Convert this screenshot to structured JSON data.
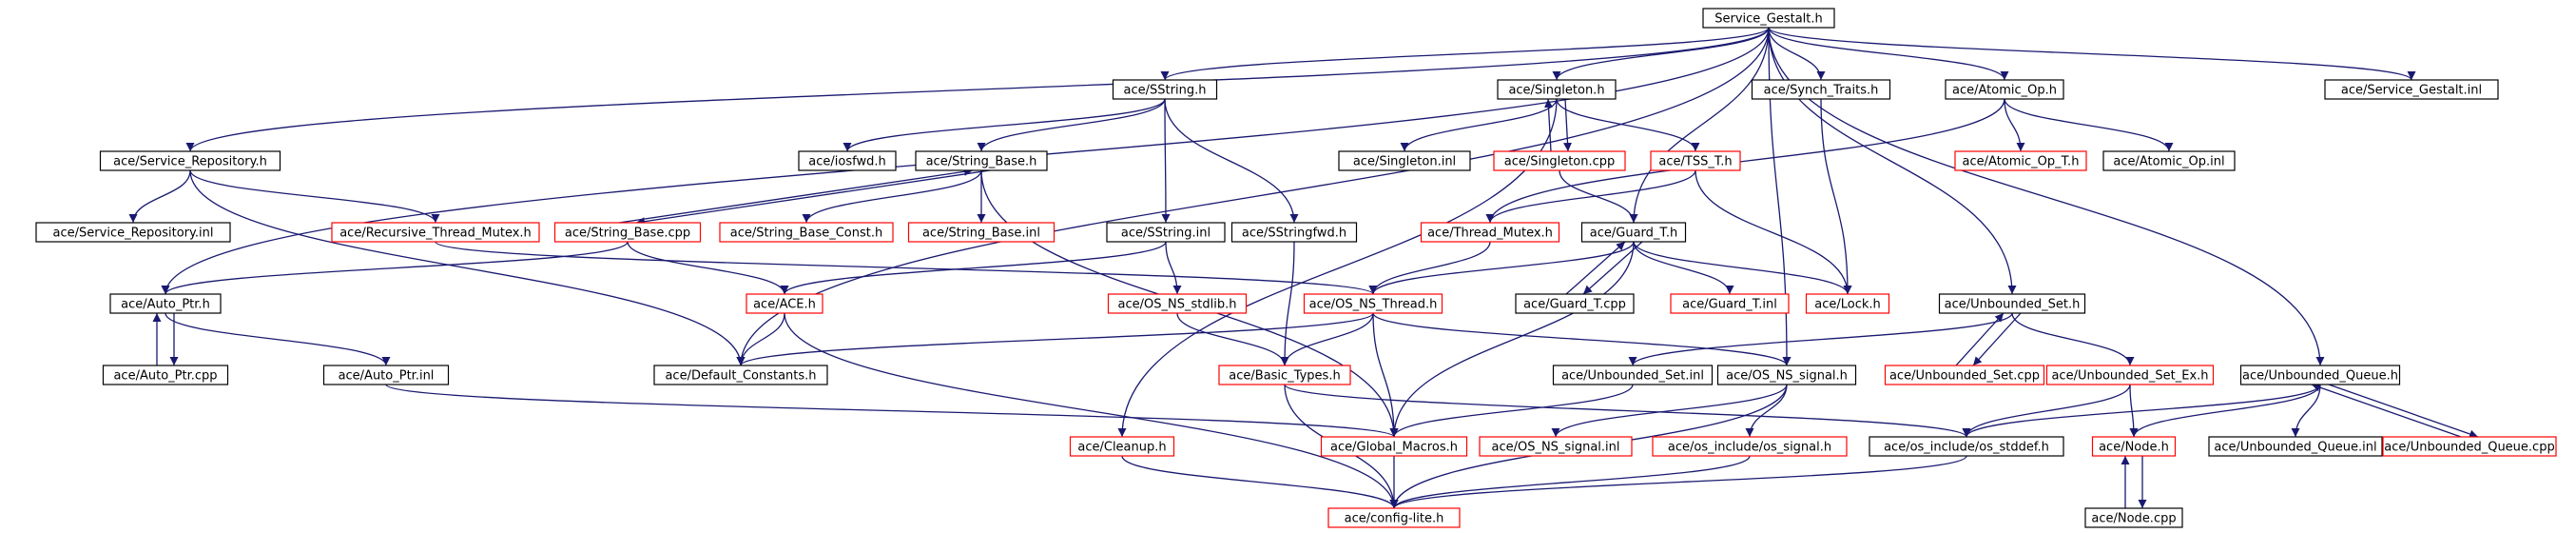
{
  "diagram": {
    "colors": {
      "edge": "#191970",
      "normal_border": "#000000",
      "missing_border": "#ff0000",
      "root_fill": "#bfbfbf",
      "node_fill": "#ffffff"
    },
    "nodes": [
      {
        "id": "service_gestalt_h",
        "label": "Service_Gestalt.h",
        "status": "root"
      },
      {
        "id": "sstring_h",
        "label": "ace/SString.h",
        "status": "normal"
      },
      {
        "id": "singleton_h",
        "label": "ace/Singleton.h",
        "status": "normal"
      },
      {
        "id": "synch_traits_h",
        "label": "ace/Synch_Traits.h",
        "status": "normal"
      },
      {
        "id": "atomic_op_h",
        "label": "ace/Atomic_Op.h",
        "status": "normal"
      },
      {
        "id": "service_gestalt_inl",
        "label": "ace/Service_Gestalt.inl",
        "status": "normal"
      },
      {
        "id": "service_repository_h",
        "label": "ace/Service_Repository.h",
        "status": "normal"
      },
      {
        "id": "iosfwd_h",
        "label": "ace/iosfwd.h",
        "status": "normal"
      },
      {
        "id": "string_base_h",
        "label": "ace/String_Base.h",
        "status": "normal"
      },
      {
        "id": "singleton_inl",
        "label": "ace/Singleton.inl",
        "status": "normal"
      },
      {
        "id": "singleton_cpp",
        "label": "ace/Singleton.cpp",
        "status": "missing"
      },
      {
        "id": "tss_t_h",
        "label": "ace/TSS_T.h",
        "status": "missing"
      },
      {
        "id": "atomic_op_t_h",
        "label": "ace/Atomic_Op_T.h",
        "status": "missing"
      },
      {
        "id": "atomic_op_inl",
        "label": "ace/Atomic_Op.inl",
        "status": "normal"
      },
      {
        "id": "service_repository_inl",
        "label": "ace/Service_Repository.inl",
        "status": "normal"
      },
      {
        "id": "recursive_thread_mutex_h",
        "label": "ace/Recursive_Thread_Mutex.h",
        "status": "missing"
      },
      {
        "id": "string_base_cpp",
        "label": "ace/String_Base.cpp",
        "status": "missing"
      },
      {
        "id": "string_base_const_h",
        "label": "ace/String_Base_Const.h",
        "status": "missing"
      },
      {
        "id": "string_base_inl",
        "label": "ace/String_Base.inl",
        "status": "missing"
      },
      {
        "id": "sstring_inl",
        "label": "ace/SString.inl",
        "status": "normal"
      },
      {
        "id": "sstringfwd_h",
        "label": "ace/SStringfwd.h",
        "status": "normal"
      },
      {
        "id": "thread_mutex_h",
        "label": "ace/Thread_Mutex.h",
        "status": "missing"
      },
      {
        "id": "guard_t_h",
        "label": "ace/Guard_T.h",
        "status": "normal"
      },
      {
        "id": "auto_ptr_h",
        "label": "ace/Auto_Ptr.h",
        "status": "normal"
      },
      {
        "id": "ace_h",
        "label": "ace/ACE.h",
        "status": "missing"
      },
      {
        "id": "os_ns_stdlib_h",
        "label": "ace/OS_NS_stdlib.h",
        "status": "missing"
      },
      {
        "id": "os_ns_thread_h",
        "label": "ace/OS_NS_Thread.h",
        "status": "missing"
      },
      {
        "id": "guard_t_cpp",
        "label": "ace/Guard_T.cpp",
        "status": "normal"
      },
      {
        "id": "guard_t_inl",
        "label": "ace/Guard_T.inl",
        "status": "missing"
      },
      {
        "id": "lock_h",
        "label": "ace/Lock.h",
        "status": "missing"
      },
      {
        "id": "unbounded_set_h",
        "label": "ace/Unbounded_Set.h",
        "status": "normal"
      },
      {
        "id": "auto_ptr_cpp",
        "label": "ace/Auto_Ptr.cpp",
        "status": "normal"
      },
      {
        "id": "auto_ptr_inl",
        "label": "ace/Auto_Ptr.inl",
        "status": "normal"
      },
      {
        "id": "default_constants_h",
        "label": "ace/Default_Constants.h",
        "status": "normal"
      },
      {
        "id": "basic_types_h",
        "label": "ace/Basic_Types.h",
        "status": "missing"
      },
      {
        "id": "unbounded_set_inl",
        "label": "ace/Unbounded_Set.inl",
        "status": "normal"
      },
      {
        "id": "os_ns_signal_h",
        "label": "ace/OS_NS_signal.h",
        "status": "normal"
      },
      {
        "id": "unbounded_set_cpp",
        "label": "ace/Unbounded_Set.cpp",
        "status": "missing"
      },
      {
        "id": "unbounded_set_ex_h",
        "label": "ace/Unbounded_Set_Ex.h",
        "status": "missing"
      },
      {
        "id": "unbounded_queue_h",
        "label": "ace/Unbounded_Queue.h",
        "status": "normal"
      },
      {
        "id": "cleanup_h",
        "label": "ace/Cleanup.h",
        "status": "missing"
      },
      {
        "id": "global_macros_h",
        "label": "ace/Global_Macros.h",
        "status": "missing"
      },
      {
        "id": "os_ns_signal_inl",
        "label": "ace/OS_NS_signal.inl",
        "status": "missing"
      },
      {
        "id": "os_include_os_signal_h",
        "label": "ace/os_include/os_signal.h",
        "status": "missing"
      },
      {
        "id": "os_include_os_stddef_h",
        "label": "ace/os_include/os_stddef.h",
        "status": "normal"
      },
      {
        "id": "node_h",
        "label": "ace/Node.h",
        "status": "missing"
      },
      {
        "id": "unbounded_queue_inl",
        "label": "ace/Unbounded_Queue.inl",
        "status": "normal"
      },
      {
        "id": "unbounded_queue_cpp",
        "label": "ace/Unbounded_Queue.cpp",
        "status": "missing"
      },
      {
        "id": "config_lite_h",
        "label": "ace/config-lite.h",
        "status": "missing"
      },
      {
        "id": "node_cpp",
        "label": "ace/Node.cpp",
        "status": "normal"
      }
    ],
    "edges": [
      [
        "service_gestalt_h",
        "sstring_h"
      ],
      [
        "service_gestalt_h",
        "singleton_h"
      ],
      [
        "service_gestalt_h",
        "synch_traits_h"
      ],
      [
        "service_gestalt_h",
        "atomic_op_h"
      ],
      [
        "service_gestalt_h",
        "service_gestalt_inl"
      ],
      [
        "service_gestalt_h",
        "service_repository_h"
      ],
      [
        "service_gestalt_h",
        "auto_ptr_h"
      ],
      [
        "service_gestalt_h",
        "default_constants_h"
      ],
      [
        "service_gestalt_h",
        "guard_t_h"
      ],
      [
        "service_gestalt_h",
        "os_ns_signal_h"
      ],
      [
        "service_gestalt_h",
        "unbounded_set_h"
      ],
      [
        "service_gestalt_h",
        "unbounded_queue_h"
      ],
      [
        "service_repository_h",
        "service_repository_inl"
      ],
      [
        "service_repository_h",
        "recursive_thread_mutex_h"
      ],
      [
        "service_repository_h",
        "default_constants_h"
      ],
      [
        "sstring_h",
        "iosfwd_h"
      ],
      [
        "sstring_h",
        "string_base_h"
      ],
      [
        "sstring_h",
        "sstring_inl"
      ],
      [
        "sstring_h",
        "sstringfwd_h"
      ],
      [
        "string_base_h",
        "string_base_cpp"
      ],
      [
        "string_base_h",
        "string_base_const_h"
      ],
      [
        "string_base_h",
        "string_base_inl"
      ],
      [
        "string_base_h",
        "global_macros_h"
      ],
      [
        "string_base_cpp",
        "string_base_h"
      ],
      [
        "string_base_cpp",
        "ace_h"
      ],
      [
        "string_base_cpp",
        "auto_ptr_h"
      ],
      [
        "recursive_thread_mutex_h",
        "os_ns_thread_h"
      ],
      [
        "singleton_h",
        "singleton_inl"
      ],
      [
        "singleton_h",
        "singleton_cpp"
      ],
      [
        "singleton_h",
        "tss_t_h"
      ],
      [
        "singleton_h",
        "cleanup_h"
      ],
      [
        "singleton_cpp",
        "singleton_h"
      ],
      [
        "singleton_cpp",
        "guard_t_h"
      ],
      [
        "tss_t_h",
        "thread_mutex_h"
      ],
      [
        "tss_t_h",
        "lock_h"
      ],
      [
        "atomic_op_h",
        "atomic_op_t_h"
      ],
      [
        "atomic_op_h",
        "atomic_op_inl"
      ],
      [
        "atomic_op_h",
        "thread_mutex_h"
      ],
      [
        "synch_traits_h",
        "lock_h"
      ],
      [
        "thread_mutex_h",
        "os_ns_thread_h"
      ],
      [
        "guard_t_h",
        "guard_t_cpp"
      ],
      [
        "guard_t_h",
        "guard_t_inl"
      ],
      [
        "guard_t_h",
        "lock_h"
      ],
      [
        "guard_t_h",
        "os_ns_thread_h"
      ],
      [
        "guard_t_h",
        "global_macros_h"
      ],
      [
        "guard_t_cpp",
        "guard_t_h"
      ],
      [
        "sstring_inl",
        "ace_h"
      ],
      [
        "sstring_inl",
        "os_ns_stdlib_h"
      ],
      [
        "sstringfwd_h",
        "basic_types_h"
      ],
      [
        "os_ns_stdlib_h",
        "basic_types_h"
      ],
      [
        "ace_h",
        "default_constants_h"
      ],
      [
        "ace_h",
        "config_lite_h"
      ],
      [
        "os_ns_thread_h",
        "default_constants_h"
      ],
      [
        "os_ns_thread_h",
        "basic_types_h"
      ],
      [
        "os_ns_thread_h",
        "global_macros_h"
      ],
      [
        "os_ns_thread_h",
        "os_ns_signal_h"
      ],
      [
        "auto_ptr_h",
        "auto_ptr_cpp"
      ],
      [
        "auto_ptr_h",
        "auto_ptr_inl"
      ],
      [
        "auto_ptr_cpp",
        "auto_ptr_h"
      ],
      [
        "auto_ptr_inl",
        "global_macros_h"
      ],
      [
        "basic_types_h",
        "config_lite_h"
      ],
      [
        "basic_types_h",
        "os_include_os_stddef_h"
      ],
      [
        "cleanup_h",
        "config_lite_h"
      ],
      [
        "global_macros_h",
        "config_lite_h"
      ],
      [
        "unbounded_set_h",
        "unbounded_set_inl"
      ],
      [
        "unbounded_set_h",
        "unbounded_set_cpp"
      ],
      [
        "unbounded_set_h",
        "unbounded_set_ex_h"
      ],
      [
        "unbounded_set_cpp",
        "unbounded_set_h"
      ],
      [
        "unbounded_set_inl",
        "global_macros_h"
      ],
      [
        "unbounded_set_ex_h",
        "os_include_os_stddef_h"
      ],
      [
        "unbounded_set_ex_h",
        "node_h"
      ],
      [
        "os_ns_signal_h",
        "os_ns_signal_inl"
      ],
      [
        "os_ns_signal_h",
        "os_include_os_signal_h"
      ],
      [
        "os_ns_signal_h",
        "config_lite_h"
      ],
      [
        "os_include_os_signal_h",
        "config_lite_h"
      ],
      [
        "os_include_os_stddef_h",
        "config_lite_h"
      ],
      [
        "unbounded_queue_h",
        "os_include_os_stddef_h"
      ],
      [
        "unbounded_queue_h",
        "node_h"
      ],
      [
        "unbounded_queue_h",
        "unbounded_queue_inl"
      ],
      [
        "unbounded_queue_h",
        "unbounded_queue_cpp"
      ],
      [
        "unbounded_queue_cpp",
        "unbounded_queue_h"
      ],
      [
        "node_h",
        "node_cpp"
      ],
      [
        "node_cpp",
        "node_h"
      ]
    ]
  }
}
